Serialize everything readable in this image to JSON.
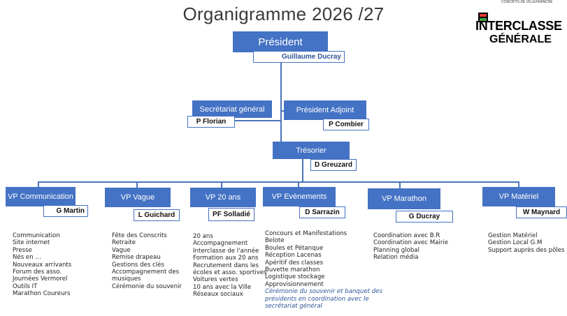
{
  "title": "Organigramme 2026 /27",
  "logo": {
    "small_text": "CONCRITS DE VILLEFRANCHE",
    "line1": "INTERCLASSE",
    "line2": "GÉNÉRALE"
  },
  "president": {
    "role": "Président",
    "name": "Guillaume Ducray"
  },
  "secretariat": {
    "role": "Secrétariat général",
    "name": "P Florian"
  },
  "vice_president": {
    "role": "Président Adjoint",
    "name": "P Combier"
  },
  "treasurer": {
    "role": "Trésorier",
    "name": "D Greuzard"
  },
  "departments": [
    {
      "role": "VP  Communication",
      "name": "G Martin",
      "tasks": [
        "Communication",
        "Site internet",
        "Presse",
        "Nés en …",
        "Nouveaux arrivants",
        "Forum des asso.",
        "Journées Vermorel",
        "Outils IT",
        "Marathon Coureurs"
      ]
    },
    {
      "role": "VP  Vague",
      "name": "L Guichard",
      "tasks": [
        "Fête des Conscrits",
        "Retraite",
        "Vague",
        "Remise drapeau",
        "Gestions des clés",
        "Accompagnement des",
        "musiques",
        "Cérémonie du souvenir"
      ]
    },
    {
      "role": "VP  20 ans",
      "name": "PF Solladié",
      "tasks": [
        "20 ans",
        "Accompagnement",
        "Interclasse de l'année",
        "Formation aux 20 ans",
        "Recrutement dans les",
        "écoles et asso. sportives",
        "Voitures vertes",
        "10 ans avec la Ville",
        "Réseaux sociaux"
      ]
    },
    {
      "role": "VP   Evènements",
      "name": "D Sarrazin",
      "tasks": [
        "Concours et Manifestations",
        "Belote",
        "Boules et Pétanque",
        "Réception Lacenas",
        "Apéritif des classes",
        "Buvette marathon",
        "Logistique stockage",
        "Approvisionnement"
      ],
      "note": "Cérémonie du souvenir et banquet des présidents en coordination avec le secrétariat général"
    },
    {
      "role": "VP Marathon",
      "name": "G Ducray",
      "tasks": [
        "Coordination avec B.R",
        "Coordination avec Mairie",
        "Planning global",
        "Relation média"
      ]
    },
    {
      "role": "VP Matériel",
      "name": "W Maynard",
      "tasks": [
        "Gestion Matériel",
        "Gestion Local G.M",
        "Support auprès des pôles"
      ]
    }
  ],
  "colors": {
    "box": "#4472c4",
    "line": "#4a74b8",
    "note": "#2f5597"
  }
}
